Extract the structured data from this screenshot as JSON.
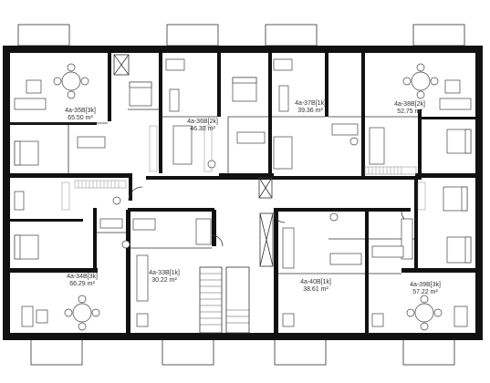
{
  "plan": {
    "apartments": [
      {
        "id": "a35",
        "name": "4a-35B[3k]",
        "area": "65.50 m²"
      },
      {
        "id": "a36",
        "name": "4a-36B[2k]",
        "area": "46.30 m²"
      },
      {
        "id": "a37",
        "name": "4a-37B[1k]",
        "area": "39.36 m²"
      },
      {
        "id": "a38",
        "name": "4a-38B[2k]",
        "area": "52.75 m²"
      },
      {
        "id": "a34",
        "name": "4a-34B[3k]",
        "area": "66.29 m²"
      },
      {
        "id": "a33",
        "name": "4a-33B[1k]",
        "area": "30.22 m²"
      },
      {
        "id": "a40",
        "name": "4a-40B[1k]",
        "area": "38.61 m²"
      },
      {
        "id": "a39",
        "name": "4a-39B[3k]",
        "area": "57.22 m²"
      }
    ]
  }
}
